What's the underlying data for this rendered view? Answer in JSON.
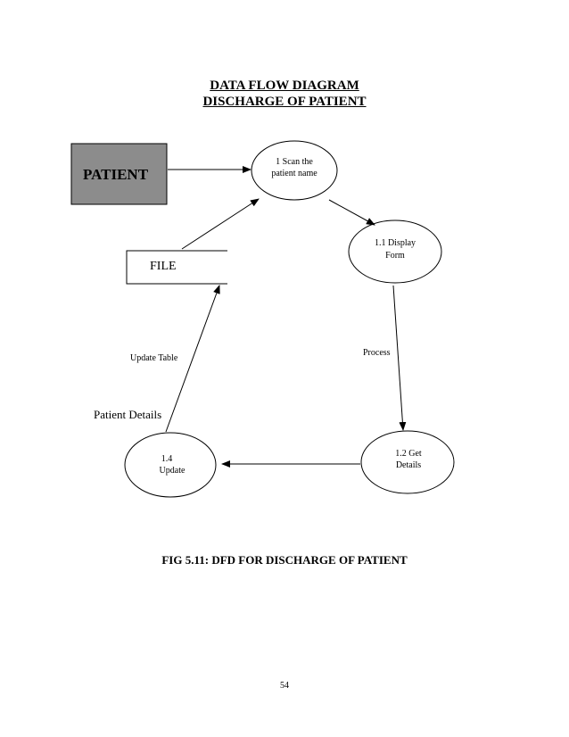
{
  "title": {
    "line1": "DATA FLOW DIAGRAM",
    "line2": "DISCHARGE OF PATIENT"
  },
  "diagram": {
    "entity": {
      "label": "PATIENT",
      "fill": "#8c8c8c"
    },
    "datastore": {
      "label": "FILE"
    },
    "processes": [
      {
        "line1": "1 Scan the",
        "line2": "patient name"
      },
      {
        "line1": "1.1 Display",
        "line2": "Form"
      },
      {
        "line1": "1.2 Get",
        "line2": "Details"
      },
      {
        "line1": "1.4",
        "line2": "Update"
      }
    ],
    "flows": {
      "process_label": "Process",
      "update_table_label": "Update Table",
      "patient_details_label": "Patient Details"
    }
  },
  "caption": "FIG 5.11: DFD FOR DISCHARGE OF PATIENT",
  "page_number": "54"
}
